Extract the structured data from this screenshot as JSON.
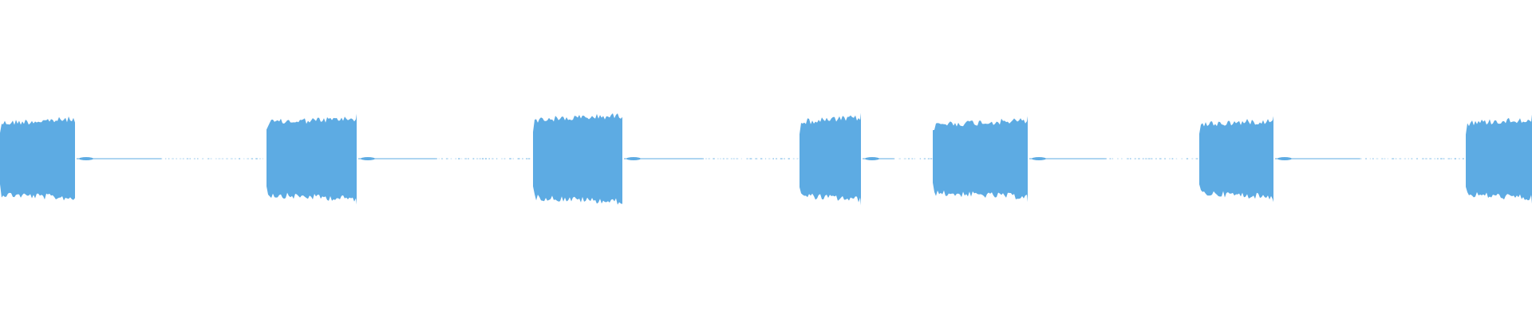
{
  "waveform": {
    "color": "#5dabe3",
    "background": "#ffffff",
    "bursts": [
      {
        "start": 0.0,
        "end": 0.049,
        "amplitude": 0.55
      },
      {
        "start": 0.174,
        "end": 0.233,
        "amplitude": 0.56
      },
      {
        "start": 0.348,
        "end": 0.406,
        "amplitude": 0.6
      },
      {
        "start": 0.522,
        "end": 0.562,
        "amplitude": 0.57
      },
      {
        "start": 0.609,
        "end": 0.671,
        "amplitude": 0.53
      },
      {
        "start": 0.783,
        "end": 0.831,
        "amplitude": 0.53
      },
      {
        "start": 0.957,
        "end": 1.0,
        "amplitude": 0.55
      }
    ]
  }
}
